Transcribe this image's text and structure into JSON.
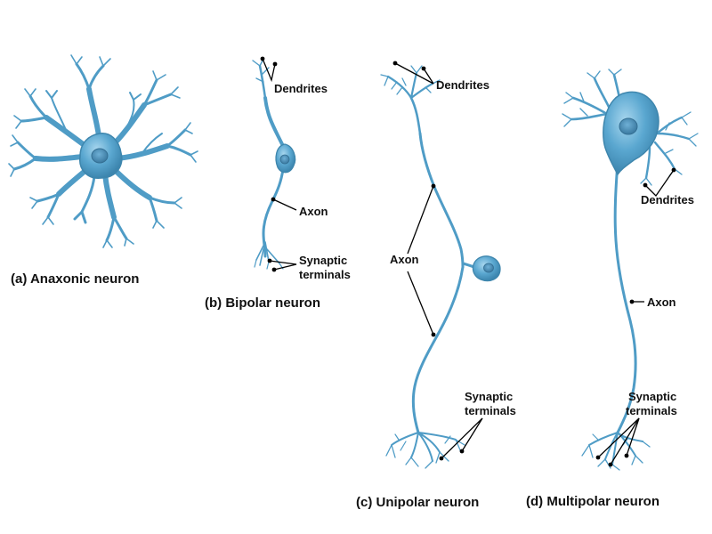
{
  "colors": {
    "neuron_fill": "#5ba8d0",
    "neuron_stroke": "#3e86ad",
    "soma_highlight": "#9fd0ea",
    "nucleus": "#3f7fa6",
    "label_text": "#111111",
    "pointer": "#000000"
  },
  "panels": {
    "a": {
      "caption": "(a) Anaxonic neuron"
    },
    "b": {
      "caption": "(b) Bipolar neuron",
      "dendrites": "Dendrites",
      "axon": "Axon",
      "synaptic_line1": "Synaptic",
      "synaptic_line2": "terminals"
    },
    "c": {
      "caption": "(c) Unipolar neuron",
      "dendrites": "Dendrites",
      "axon": "Axon",
      "synaptic_line1": "Synaptic",
      "synaptic_line2": "terminals"
    },
    "d": {
      "caption": "(d) Multipolar neuron",
      "dendrites": "Dendrites",
      "axon": "Axon",
      "synaptic_line1": "Synaptic",
      "synaptic_line2": "terminals"
    }
  }
}
